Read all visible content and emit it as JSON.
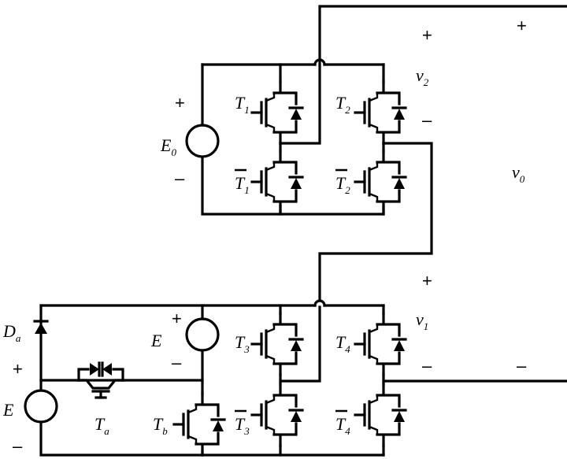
{
  "diagram": {
    "labels": {
      "T1": {
        "base": "T",
        "sub": "1"
      },
      "T2": {
        "base": "T",
        "sub": "2"
      },
      "T1b": {
        "base": "T",
        "sub": "1"
      },
      "T2b": {
        "base": "T",
        "sub": "2"
      },
      "T3": {
        "base": "T",
        "sub": "3"
      },
      "T4": {
        "base": "T",
        "sub": "4"
      },
      "T3b": {
        "base": "T",
        "sub": "3"
      },
      "T4b": {
        "base": "T",
        "sub": "4"
      },
      "Ta": {
        "base": "T",
        "sub": "a"
      },
      "Tb": {
        "base": "T",
        "sub": "b"
      },
      "Da": {
        "base": "D",
        "sub": "a"
      },
      "E0": {
        "base": "E",
        "sub": "0"
      },
      "E_mid": {
        "base": "E"
      },
      "E_left": {
        "base": "E"
      },
      "v2": {
        "base": "v",
        "sub": "2"
      },
      "v1": {
        "base": "v",
        "sub": "1"
      },
      "v0": {
        "base": "v",
        "sub": "0"
      }
    },
    "signs": {
      "plus": "+",
      "minus": "–"
    }
  }
}
